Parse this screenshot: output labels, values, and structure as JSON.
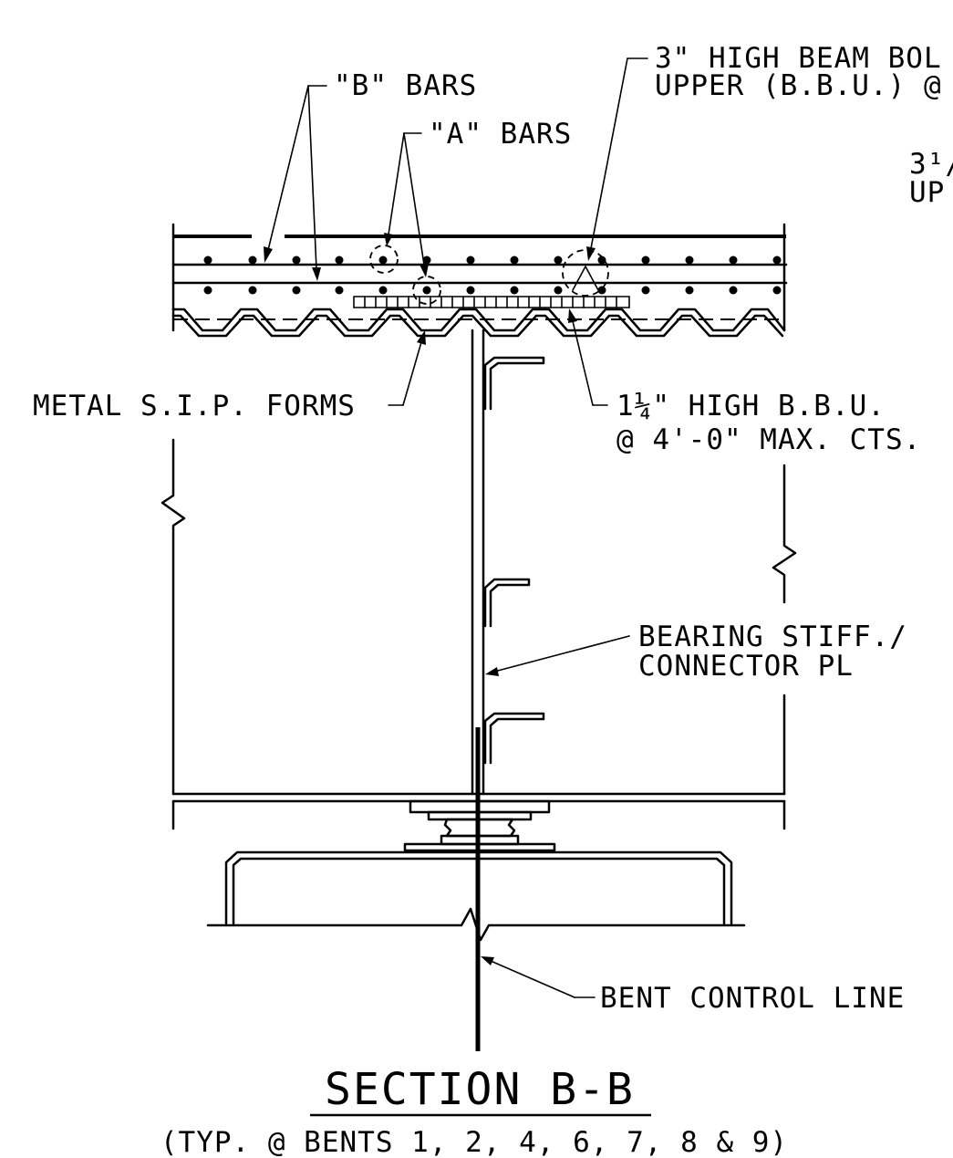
{
  "labels": {
    "b_bars": "\"B\" BARS",
    "a_bars": "\"A\" BARS",
    "beam_bolster_line1": "3\" HIGH BEAM BOL",
    "beam_bolster_line2": "UPPER (B.B.U.) @",
    "partial_right_line1": "3¹/",
    "partial_right_line2": "UP",
    "metal_forms": "METAL S.I.P. FORMS",
    "bbu_line1": "1¼\" HIGH B.B.U.",
    "bbu_line2": "@ 4'-0\" MAX. CTS.",
    "bearing_line1": "BEARING STIFF./",
    "bearing_line2": "CONNECTOR PL",
    "bent_control": "BENT CONTROL LINE"
  },
  "title": {
    "main": "SECTION B-B",
    "sub": "(TYP. @ BENTS 1, 2, 4, 6, 7, 8 & 9)"
  }
}
